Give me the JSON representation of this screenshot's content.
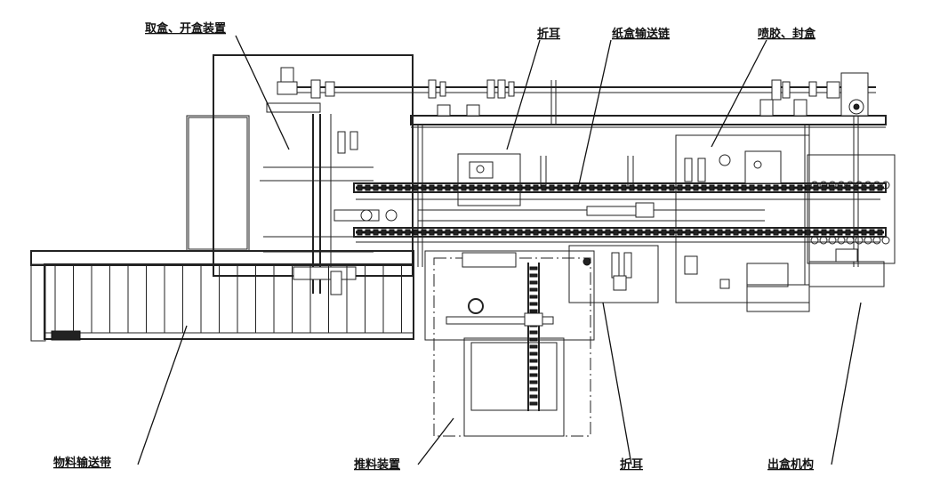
{
  "labels": {
    "pick_open_box": "取盒、开盒装置",
    "fold_ear_top": "折耳",
    "carton_chain": "纸盒输送链",
    "glue_seal": "喷胶、封盒",
    "material_belt": "物料输送带",
    "pusher": "推料装置",
    "fold_ear_bottom": "折耳",
    "box_out": "出盒机构"
  }
}
